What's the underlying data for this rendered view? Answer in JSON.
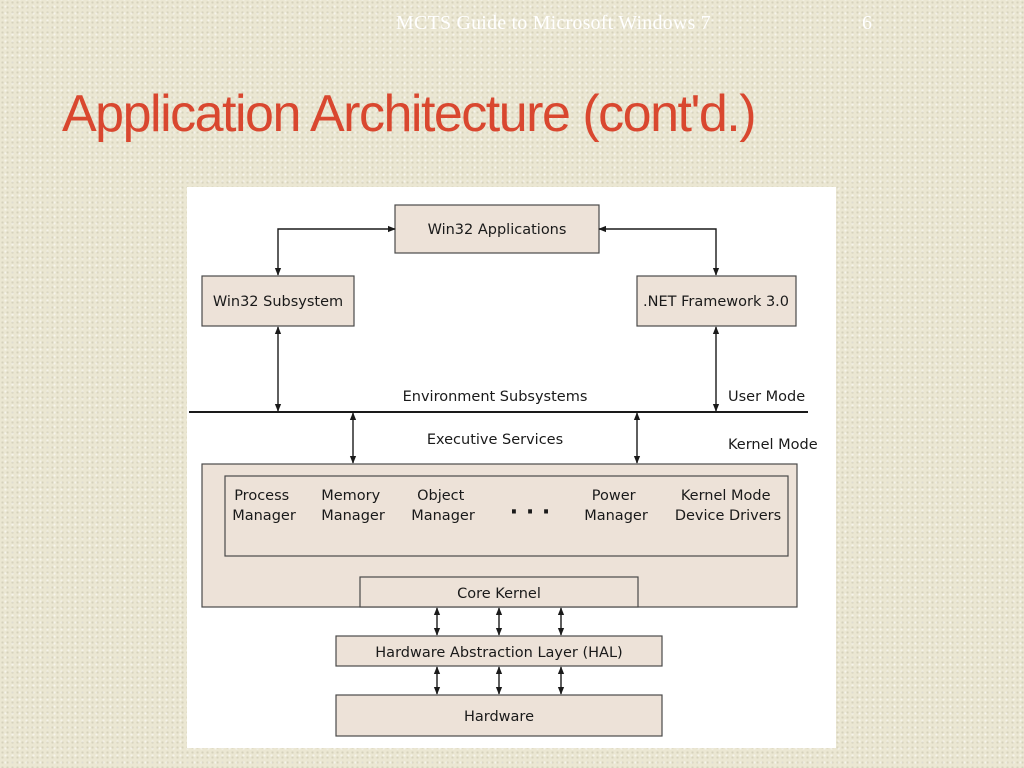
{
  "slide": {
    "header": "MCTS Guide to Microsoft Windows 7",
    "number": "6",
    "title": "Application Architecture (cont'd.)"
  },
  "diagram": {
    "win32_applications": "Win32 Applications",
    "win32_subsystem": "Win32 Subsystem",
    "net_framework": ".NET Framework 3.0",
    "environment_subsystems": "Environment Subsystems",
    "user_mode": "User Mode",
    "executive_services": "Executive Services",
    "kernel_mode": "Kernel Mode",
    "executive_components": [
      {
        "line1": "Process",
        "line2": "Manager"
      },
      {
        "line1": "Memory",
        "line2": "Manager"
      },
      {
        "line1": "Object",
        "line2": "Manager"
      },
      {
        "line1": "Power",
        "line2": "Manager"
      },
      {
        "line1": "Kernel Mode",
        "line2": "Device Drivers"
      }
    ],
    "ellipsis": "· · ·",
    "core_kernel": "Core Kernel",
    "hal": "Hardware Abstraction Layer (HAL)",
    "hardware": "Hardware"
  },
  "colors": {
    "title": "#d9472f",
    "box_fill": "#ede2d8",
    "background": "#ebe7d3"
  }
}
